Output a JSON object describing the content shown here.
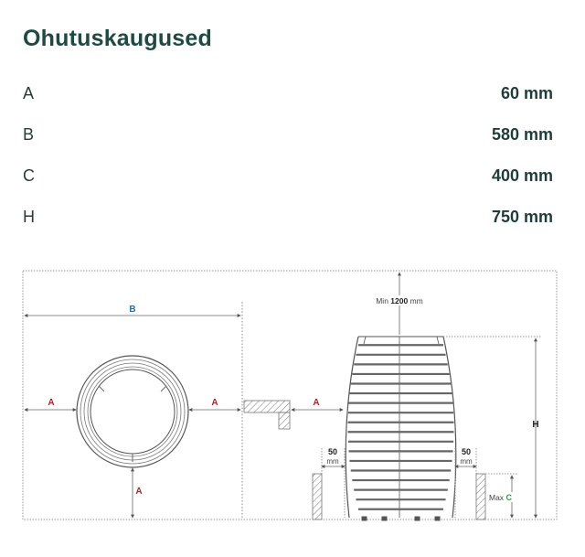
{
  "title": "Ohutuskaugused",
  "specs": [
    {
      "label": "A",
      "value": "60 mm"
    },
    {
      "label": "B",
      "value": "580 mm"
    },
    {
      "label": "C",
      "value": "400 mm"
    },
    {
      "label": "H",
      "value": "750 mm"
    }
  ],
  "diagram": {
    "label_a": "A",
    "label_b": "B",
    "label_h": "H",
    "min_prefix": "Min",
    "min_value": "1200",
    "min_unit": "mm",
    "gap_value": "50",
    "gap_unit": "mm",
    "max_prefix": "Max",
    "max_label": "C"
  },
  "colors": {
    "title": "#1e4a44",
    "a_label": "#a12a2a",
    "b_label": "#2c6ea8",
    "c_label": "#2f9a45"
  }
}
